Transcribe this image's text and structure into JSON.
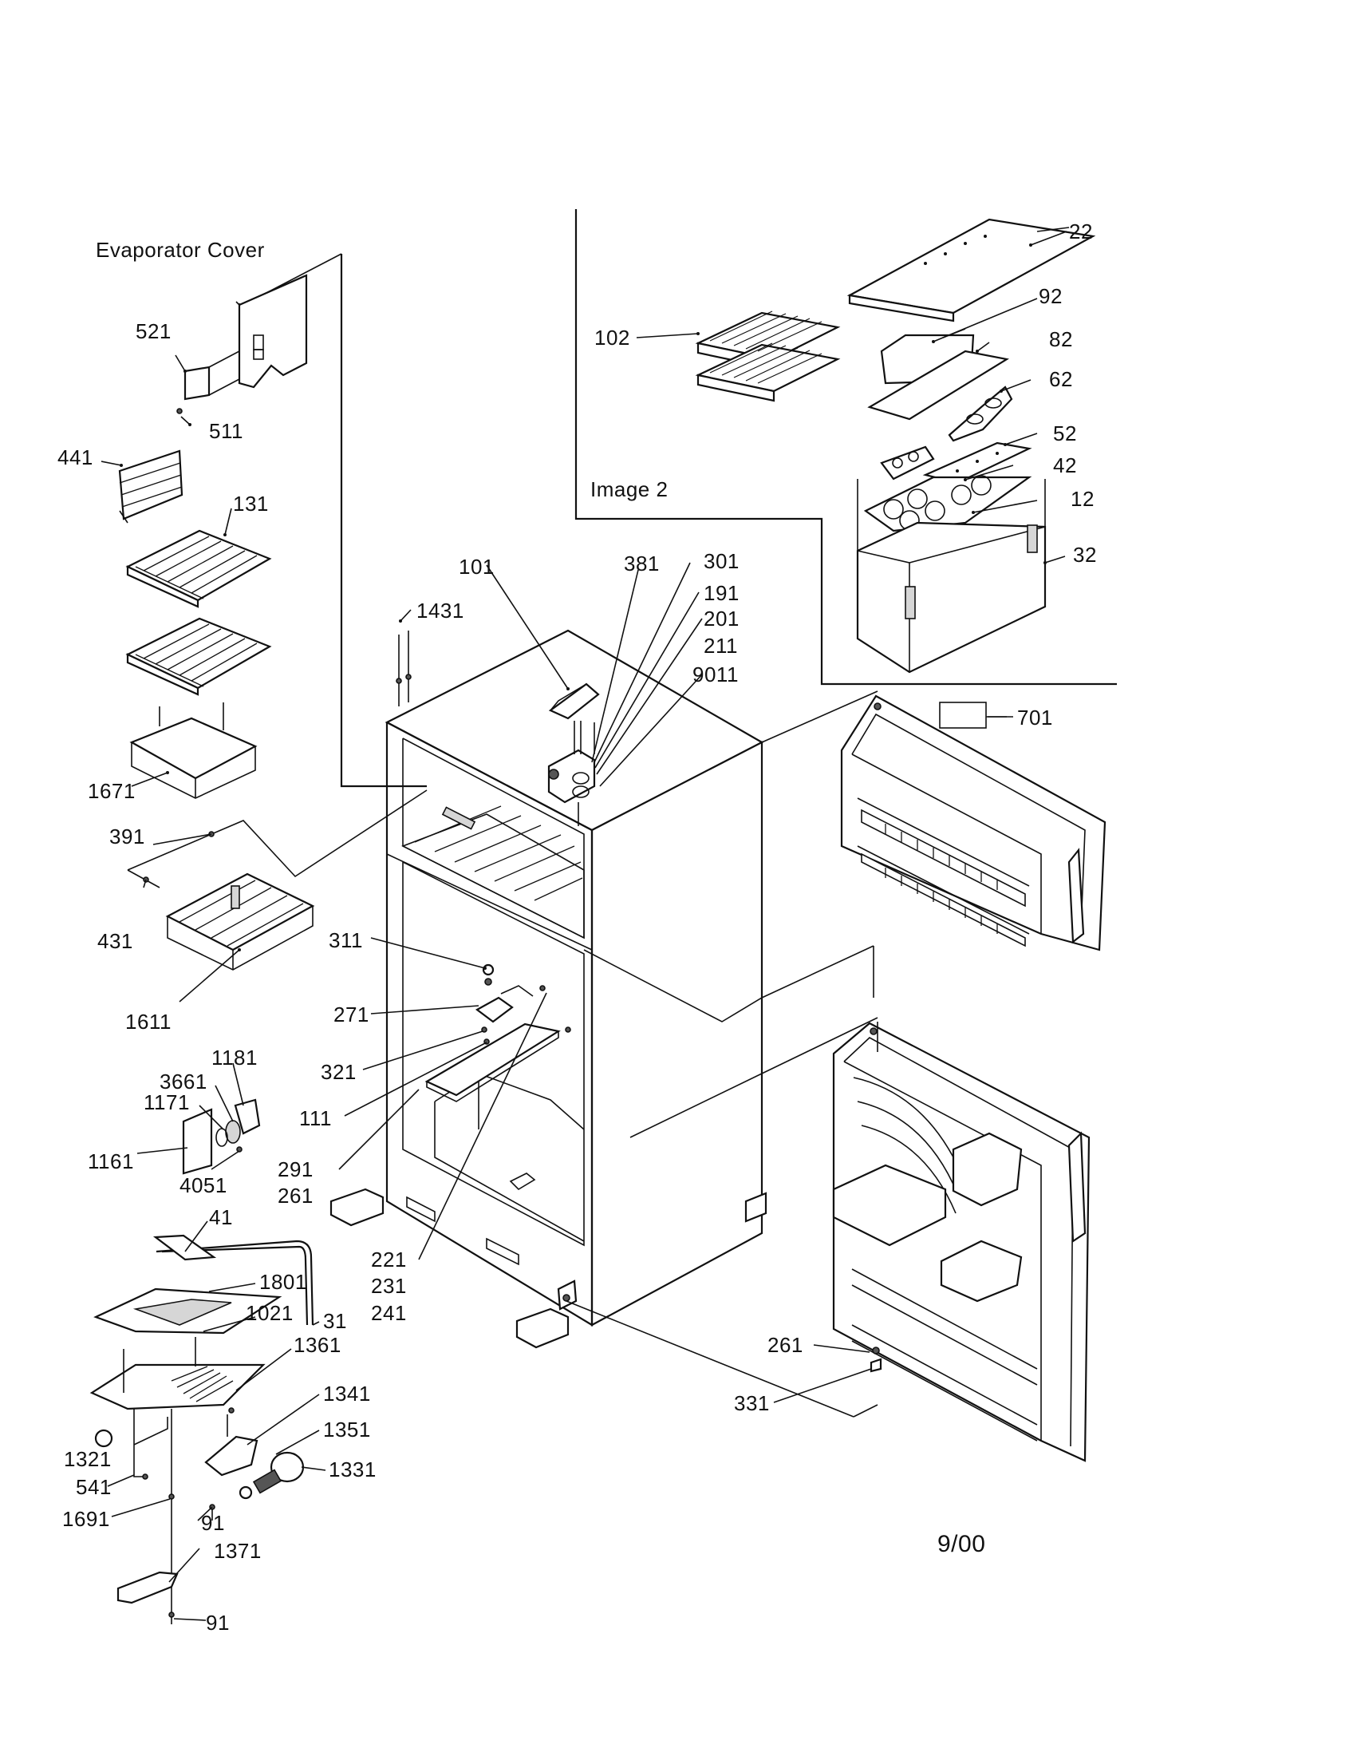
{
  "headings": {
    "evaporator_cover": "Evaporator Cover",
    "image_2": "Image 2"
  },
  "date_code": "9/00",
  "callouts": [
    {
      "id": "c22",
      "text": "22"
    },
    {
      "id": "c92",
      "text": "92"
    },
    {
      "id": "c82",
      "text": "82"
    },
    {
      "id": "c62",
      "text": "62"
    },
    {
      "id": "c52",
      "text": "52"
    },
    {
      "id": "c42",
      "text": "42"
    },
    {
      "id": "c12",
      "text": "12"
    },
    {
      "id": "c32",
      "text": "32"
    },
    {
      "id": "c102",
      "text": "102"
    },
    {
      "id": "c521",
      "text": "521"
    },
    {
      "id": "c511",
      "text": "511"
    },
    {
      "id": "c441",
      "text": "441"
    },
    {
      "id": "c131",
      "text": "131"
    },
    {
      "id": "c1671",
      "text": "1671"
    },
    {
      "id": "c391",
      "text": "391"
    },
    {
      "id": "c431",
      "text": "431"
    },
    {
      "id": "c1611",
      "text": "1611"
    },
    {
      "id": "c1181",
      "text": "1181"
    },
    {
      "id": "c3661",
      "text": "3661"
    },
    {
      "id": "c1171",
      "text": "1171"
    },
    {
      "id": "c1161",
      "text": "1161"
    },
    {
      "id": "c4051",
      "text": "4051"
    },
    {
      "id": "c41",
      "text": "41"
    },
    {
      "id": "c1801",
      "text": "1801"
    },
    {
      "id": "c1021",
      "text": "1021"
    },
    {
      "id": "c31",
      "text": "31"
    },
    {
      "id": "c1361",
      "text": "1361"
    },
    {
      "id": "c1341",
      "text": "1341"
    },
    {
      "id": "c1351",
      "text": "1351"
    },
    {
      "id": "c1331",
      "text": "1331"
    },
    {
      "id": "c1321",
      "text": "1321"
    },
    {
      "id": "c541",
      "text": "541"
    },
    {
      "id": "c1691",
      "text": "1691"
    },
    {
      "id": "c91a",
      "text": "91"
    },
    {
      "id": "c1371",
      "text": "1371"
    },
    {
      "id": "c91b",
      "text": "91"
    },
    {
      "id": "c1431",
      "text": "1431"
    },
    {
      "id": "c101",
      "text": "101"
    },
    {
      "id": "c381",
      "text": "381"
    },
    {
      "id": "c301",
      "text": "301"
    },
    {
      "id": "c191",
      "text": "191"
    },
    {
      "id": "c201",
      "text": "201"
    },
    {
      "id": "c211",
      "text": "211"
    },
    {
      "id": "c9011",
      "text": "9011"
    },
    {
      "id": "c701",
      "text": "701"
    },
    {
      "id": "c311",
      "text": "311"
    },
    {
      "id": "c271",
      "text": "271"
    },
    {
      "id": "c321",
      "text": "321"
    },
    {
      "id": "c111",
      "text": "111"
    },
    {
      "id": "c291",
      "text": "291"
    },
    {
      "id": "c261a",
      "text": "261"
    },
    {
      "id": "c221",
      "text": "221"
    },
    {
      "id": "c231",
      "text": "231"
    },
    {
      "id": "c241",
      "text": "241"
    },
    {
      "id": "c261b",
      "text": "261"
    },
    {
      "id": "c331",
      "text": "331"
    }
  ]
}
